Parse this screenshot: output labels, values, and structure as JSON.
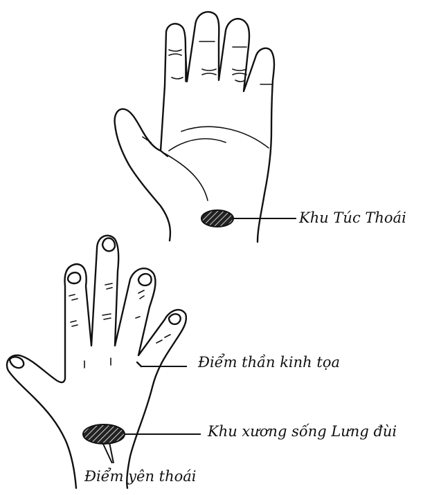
{
  "labels": {
    "khu_tuc_thoai": "Khu Túc Thoái",
    "diem_than_kinh_toa": "Điểm thần kinh tọa",
    "khu_xuong_song": "Khu xương sống Lưng đùi",
    "diem_yen_thoai": "Điểm yên thoái"
  },
  "colors": {
    "ink": "#111111",
    "background": "#ffffff"
  }
}
